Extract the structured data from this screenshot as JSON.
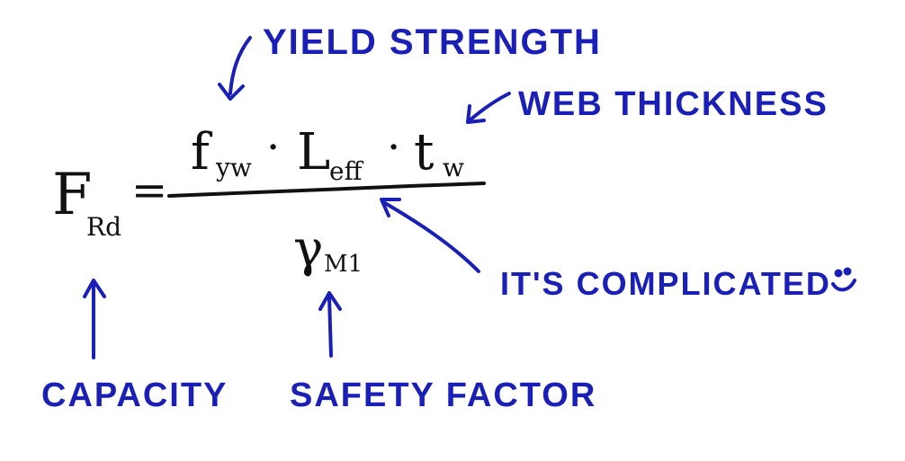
{
  "colors": {
    "ink": "#111111",
    "annotation": "#1a1fb5"
  },
  "formula": {
    "lhs_symbol": "F",
    "lhs_subscript": "Rd",
    "equals": "=",
    "numerator": {
      "term1_symbol": "f",
      "term1_subscript": "yw",
      "dot1": "·",
      "term2_symbol": "L",
      "term2_subscript": "eff",
      "dot2": "·",
      "term3_symbol": "t",
      "term3_subscript": "w"
    },
    "denominator": {
      "symbol": "γ",
      "subscript": "M1"
    }
  },
  "annotations": {
    "yield_strength": "YIELD STRENGTH",
    "web_thickness": "WEB THICKNESS",
    "complicated": "IT'S COMPLICATED",
    "capacity": "CAPACITY",
    "safety_factor": "SAFETY FACTOR"
  },
  "icons": {
    "smiley": "smiley-icon",
    "arrows": "arrow-icon"
  }
}
